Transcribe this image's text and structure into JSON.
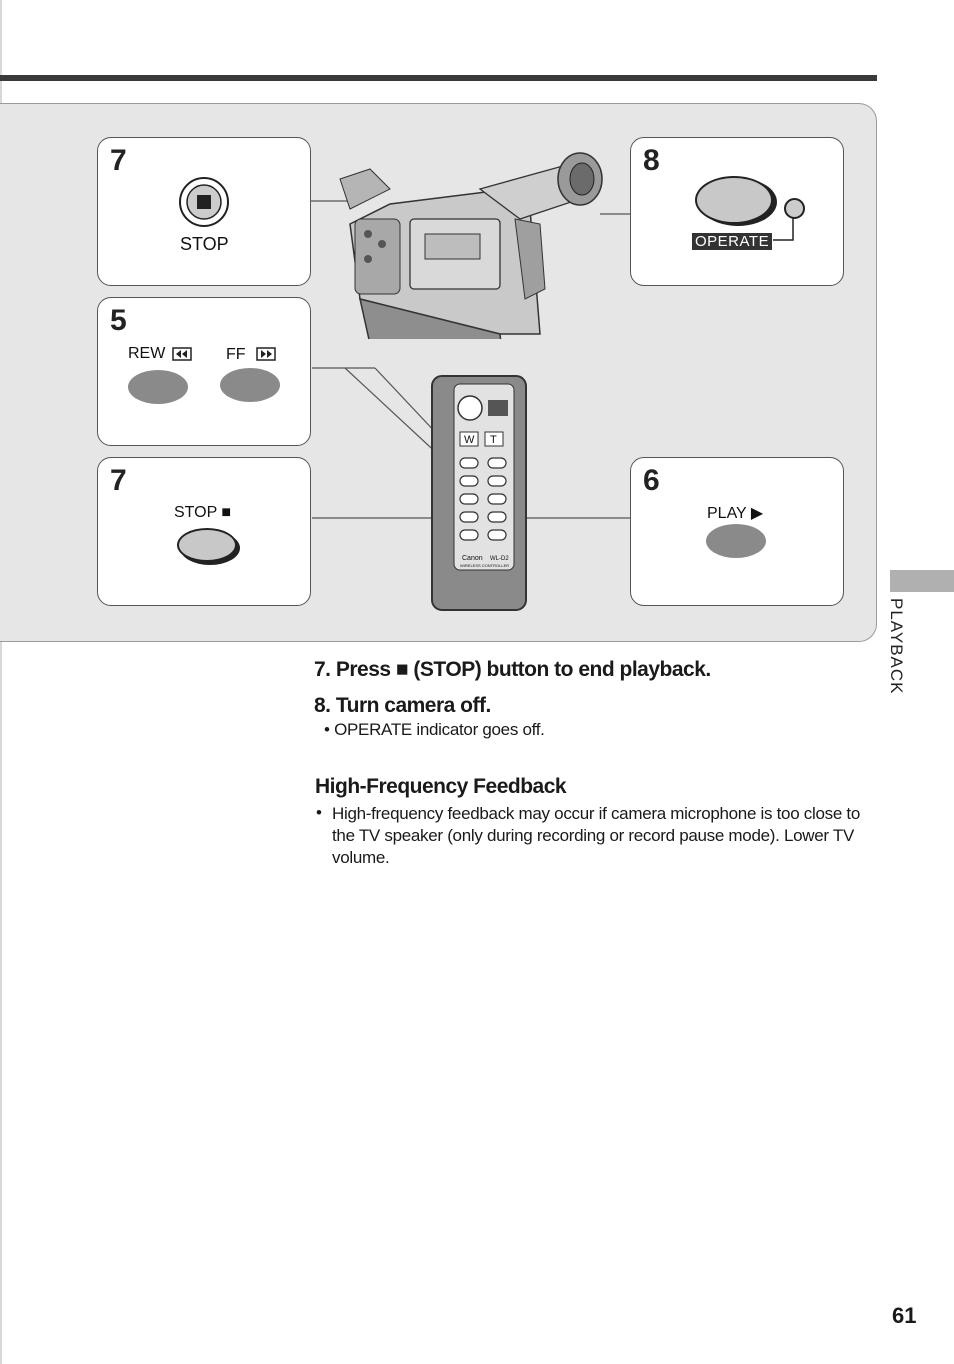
{
  "figure": {
    "stop_top": {
      "number": "7",
      "label": "STOP"
    },
    "rew_ff": {
      "number": "5",
      "rew_label": "REW",
      "ff_label": "FF"
    },
    "stop_bottom": {
      "number": "7",
      "label": "STOP ■"
    },
    "operate": {
      "number": "8",
      "label": "OPERATE"
    },
    "play": {
      "number": "6",
      "label": "PLAY ▶"
    },
    "remote": {
      "wt": "W T",
      "brand": "Canon",
      "model": "WL-D2",
      "caption": "WIRELESS CONTROLLER"
    }
  },
  "side_tab": {
    "label": "PLAYBACK"
  },
  "steps": [
    {
      "text": "7. Press ■ (STOP) button to end playback."
    },
    {
      "text": "8. Turn camera off."
    }
  ],
  "step8_bullet": "OPERATE indicator goes off.",
  "section": {
    "title": "High-Frequency Feedback",
    "bullet": "High-frequency feedback may occur if camera microphone is too close to the TV speaker (only during recording or record pause mode). Lower TV volume."
  },
  "page_number": "61"
}
